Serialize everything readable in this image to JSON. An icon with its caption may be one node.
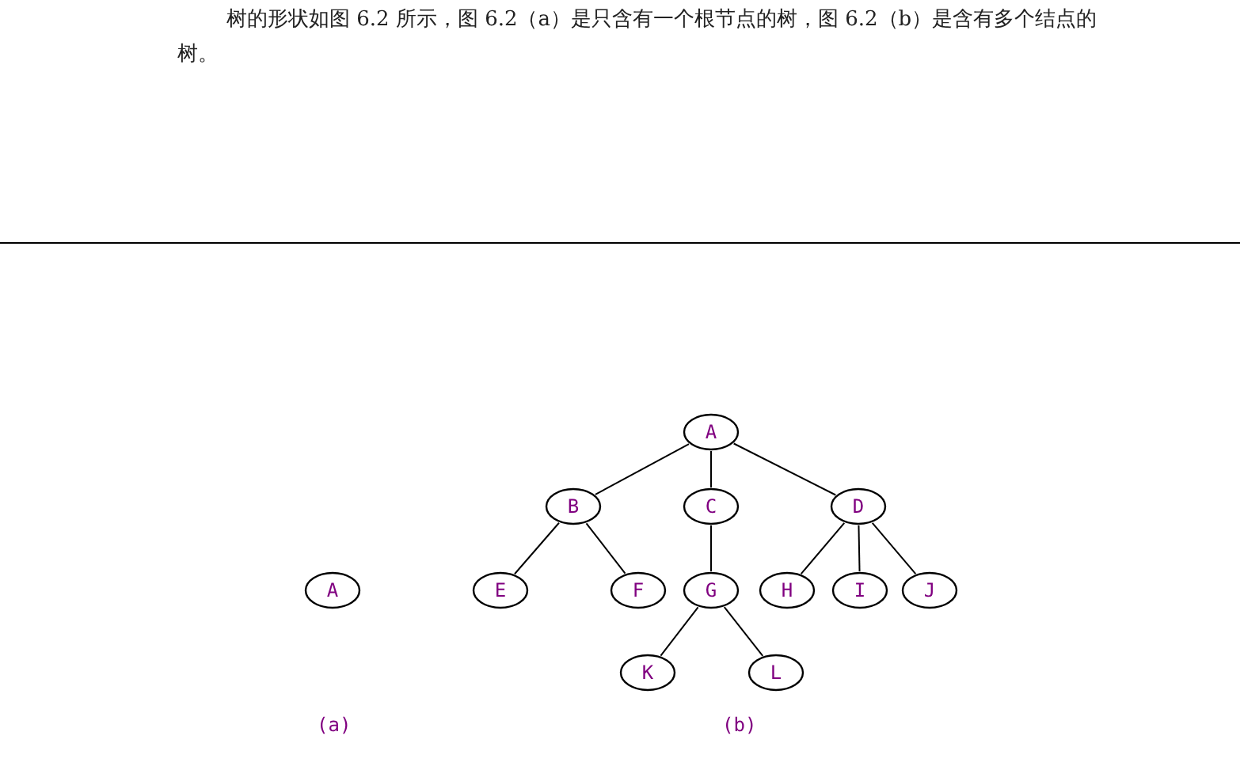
{
  "diagram": {
    "nodes": [
      {
        "text": [
          "A"
        ]
      },
      {
        "text": [
          "A"
        ]
      },
      {
        "text": [
          "B"
        ]
      },
      {
        "text": [
          "C"
        ]
      },
      {
        "text": [
          "D"
        ]
      },
      {
        "text": [
          "E"
        ]
      },
      {
        "text": [
          "F"
        ]
      },
      {
        "text": [
          "G"
        ]
      },
      {
        "text": [
          "H"
        ]
      },
      {
        "text": [
          "I"
        ]
      },
      {
        "text": [
          "J"
        ]
      },
      {
        "text": [
          "K"
        ]
      },
      {
        "text": [
          "L"
        ]
      }
    ],
    "edges": [
      {
        "from": 1,
        "to": 2,
        "arrow": "none"
      },
      {
        "from": 1,
        "to": 3,
        "arrow": "none"
      },
      {
        "from": 1,
        "to": 4,
        "arrow": "none"
      },
      {
        "from": 2,
        "to": 5,
        "arrow": "none"
      },
      {
        "from": 2,
        "to": 6,
        "arrow": "none"
      },
      {
        "from": 3,
        "to": 7,
        "arrow": "none"
      },
      {
        "from": 4,
        "to": 8,
        "arrow": "none"
      },
      {
        "from": 4,
        "to": 9,
        "arrow": "none"
      },
      {
        "from": 4,
        "to": 10,
        "arrow": "none"
      },
      {
        "from": 7,
        "to": 11,
        "arrow": "none"
      },
      {
        "from": 7,
        "to": 12,
        "arrow": "none"
      }
    ],
    "labels": [
      "树的形状如图 6.2 所示，图 6.2（a）是只含有一个根节点的树，图 6.2（b）是含有多个结点的树。",
      "(a)",
      "(b)"
    ]
  }
}
